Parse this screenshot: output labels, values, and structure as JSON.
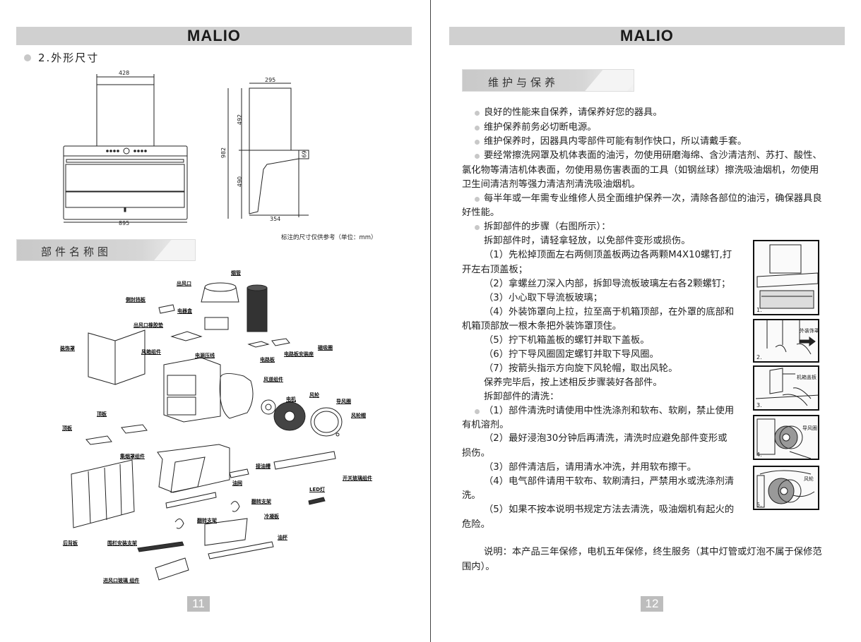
{
  "brand": "MALIO",
  "left_page": {
    "section_dimensions": "2.外形尺寸",
    "dimensions": {
      "top_width": "428",
      "total_width": "895",
      "side_top": "295",
      "upper_height": "492",
      "total_height": "982",
      "lower_height": "490",
      "bottom_depth": "354",
      "box_height": "69"
    },
    "dimension_note": "标注的尺寸仅供参考（单位：mm）",
    "section_parts": "部件名称图",
    "parts": [
      "出风口",
      "烟管",
      "侧封挡板",
      "电器盒",
      "出风口橡胶垫",
      "装饰罩",
      "风箱组件",
      "电源压线",
      "电路板",
      "电路板安装座",
      "磁吸圈",
      "风道组件",
      "电机",
      "风轮",
      "导风圈",
      "风轮帽",
      "顶板",
      "顶板",
      "集烟罩组件",
      "接油槽",
      "开关玻璃组件",
      "油网",
      "LED灯",
      "翻转支架",
      "翻转支架",
      "冷凝板",
      "后背板",
      "围栏安装支架",
      "油杯",
      "进风口玻璃 组件"
    ],
    "page_number": "11"
  },
  "right_page": {
    "section_title": "维护与保养",
    "lines": [
      "良好的性能来自保养，请保养好您的器具。",
      "维护保养前务必切断电源。",
      "维护保养时，因器具内零部件可能有制作快口，所以请戴手套。",
      "要经常擦洗网罩及机体表面的油污，勿使用研磨海绵、含沙清洁剂、苏打、酸性、",
      "氯化物等清洁机体表面，勿使用易伤害表面的工具（如钢丝球）擦洗吸油烟机，勿使用",
      "卫生间清洁剂等强力清洁剂清洗吸油烟机。",
      "每半年或一年需专业维修人员全面维护保养一次，清除各部位的油污，确保器具良",
      "好性能。",
      "拆卸部件的步骤（右图所示）：",
      "拆卸部件时，请轻拿轻放，以免部件变形或损伤。",
      "（1）先松掉顶面左右两侧顶盖板两边各两颗M4X10螺钉,打",
      "开左右顶盖板；",
      "（2）拿螺丝刀深入内部，拆卸导流板玻璃左右各2颗螺钉；",
      "（3）小心取下导流板玻璃；",
      "（4）外装饰罩向上拉，拉至高于机箱顶部，在外罩的底部和",
      "机箱顶部放一根木条把外装饰罩顶住。",
      "（5）拧下机箱盖板的螺钉并取下盖板。",
      "（6）拧下导风圈固定螺钉并取下导风圈。",
      "（7）按箭头指示方向旋下风轮帽，取出风轮。",
      "保养完毕后，按上述相反步骤装好各部件。",
      "拆卸部件的清洗：",
      "（1）部件清洗时请使用中性洗涤剂和软布、软刷，禁止使用",
      "有机溶剂。",
      "（2）最好浸泡30分钟后再清洗，清洗时应避免部件变形或",
      "损伤。",
      "（3）部件清洁后，请用清水冲洗，并用软布擦干。",
      "（4）电气部件请用干软布、软刷清扫，严禁用水或洗涤剂清",
      "洗。",
      "（5）如果不按本说明书规定方法去清洗，吸油烟机有起火的",
      "危险。",
      "说明：本产品三年保修，电机五年保修，终生服务（其中灯管或灯泡不属于保修范",
      "围内）。"
    ],
    "photos": [
      {
        "num": "1."
      },
      {
        "num": "2.",
        "label": "外装饰罩"
      },
      {
        "num": "3.",
        "label": "机箱盖板"
      },
      {
        "num": "4.",
        "label": "导风圈"
      },
      {
        "num": "5.",
        "label": "风轮"
      }
    ],
    "page_number": "12"
  }
}
